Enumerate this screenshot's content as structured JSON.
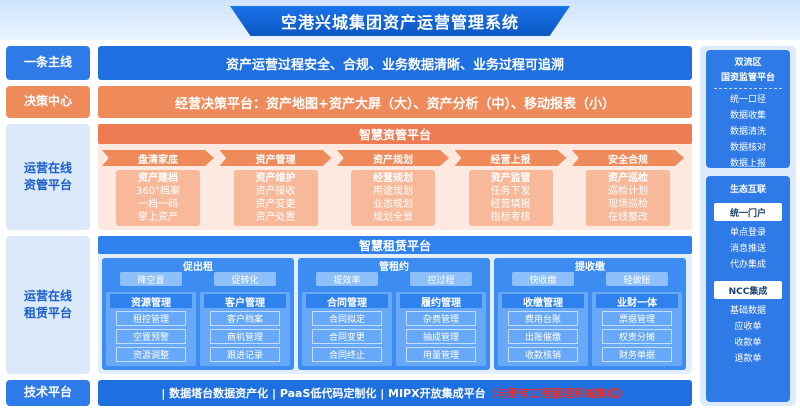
{
  "title": "空港兴城集团资产运营管理系统",
  "rows": {
    "mainline": {
      "label": "一条主线",
      "content": "资产运营过程安全、合规、业务数据清晰、业务过程可追溯"
    },
    "decision": {
      "label": "决策中心",
      "content": "经营决策平台：资产地图+资产大屏（大）、资产分析（中）、移动报表（小）"
    },
    "tech": {
      "label": "技术平台",
      "content": "| 数据塔台数据资产化 | PaaS低代码定制化 | MIPX开放集成平台",
      "highlight": "（与现有工程管理系统集成）"
    }
  },
  "asset": {
    "label_line1": "运营在线",
    "label_line2": "资管平台",
    "platform": "智慧资管平台",
    "columns": [
      {
        "stage": "盘清家底",
        "head": "资产建档",
        "items": [
          "360°档案",
          "一档一码",
          "掌上资产"
        ]
      },
      {
        "stage": "资产管理",
        "head": "资产维护",
        "items": [
          "资产接收",
          "资产变更",
          "资产处置"
        ]
      },
      {
        "stage": "资产规划",
        "head": "经营规划",
        "items": [
          "用途规划",
          "业态规划",
          "规划全景"
        ]
      },
      {
        "stage": "经营上报",
        "head": "资产监管",
        "items": [
          "任务下发",
          "经营填报",
          "指标考核"
        ]
      },
      {
        "stage": "安全合规",
        "head": "资产巡检",
        "items": [
          "巡检计划",
          "现场巡检",
          "在线整改"
        ]
      }
    ]
  },
  "lease": {
    "label_line1": "运营在线",
    "label_line2": "租赁平台",
    "platform": "智慧租赁平台",
    "groups": [
      {
        "title": "促出租",
        "pills": [
          "降空置",
          "促转化"
        ],
        "cols": [
          {
            "head": "资源管理",
            "items": [
              "租控管理",
              "空置预警",
              "资源调整"
            ]
          },
          {
            "head": "客户管理",
            "items": [
              "客户档案",
              "商机管理",
              "跟进记录"
            ]
          }
        ]
      },
      {
        "title": "管租约",
        "pills": [
          "提效率",
          "控过程"
        ],
        "cols": [
          {
            "head": "合同管理",
            "items": [
              "合同拟定",
              "合同变更",
              "合同终止"
            ]
          },
          {
            "head": "履约管理",
            "items": [
              "杂费管理",
              "抽成管理",
              "用量管理"
            ]
          }
        ]
      },
      {
        "title": "提收缴",
        "pills": [
          "快收缴",
          "轻做账"
        ],
        "cols": [
          {
            "head": "收缴管理",
            "items": [
              "费用台账",
              "出账催缴",
              "收款核销"
            ]
          },
          {
            "head": "业财一体",
            "items": [
              "票据管理",
              "权责分摊",
              "财务单据"
            ]
          }
        ]
      }
    ]
  },
  "right": {
    "top": {
      "title1": "双流区",
      "title2": "国资监管平台",
      "items": [
        "统一口径",
        "数据收集",
        "数据清洗",
        "数据核对",
        "数据上报"
      ]
    },
    "bottom": {
      "title": "生态互联",
      "portal": "统一门户",
      "portal_items": [
        "单点登录",
        "消息推送",
        "代办集成"
      ],
      "ncc": "NCC集成",
      "ncc_items": [
        "基础数据",
        "应收单",
        "收款单",
        "退款单"
      ]
    }
  },
  "colors": {
    "blue": "#1e6fe0",
    "orange": "#ef8a5a",
    "highlight": "#e8312b"
  }
}
